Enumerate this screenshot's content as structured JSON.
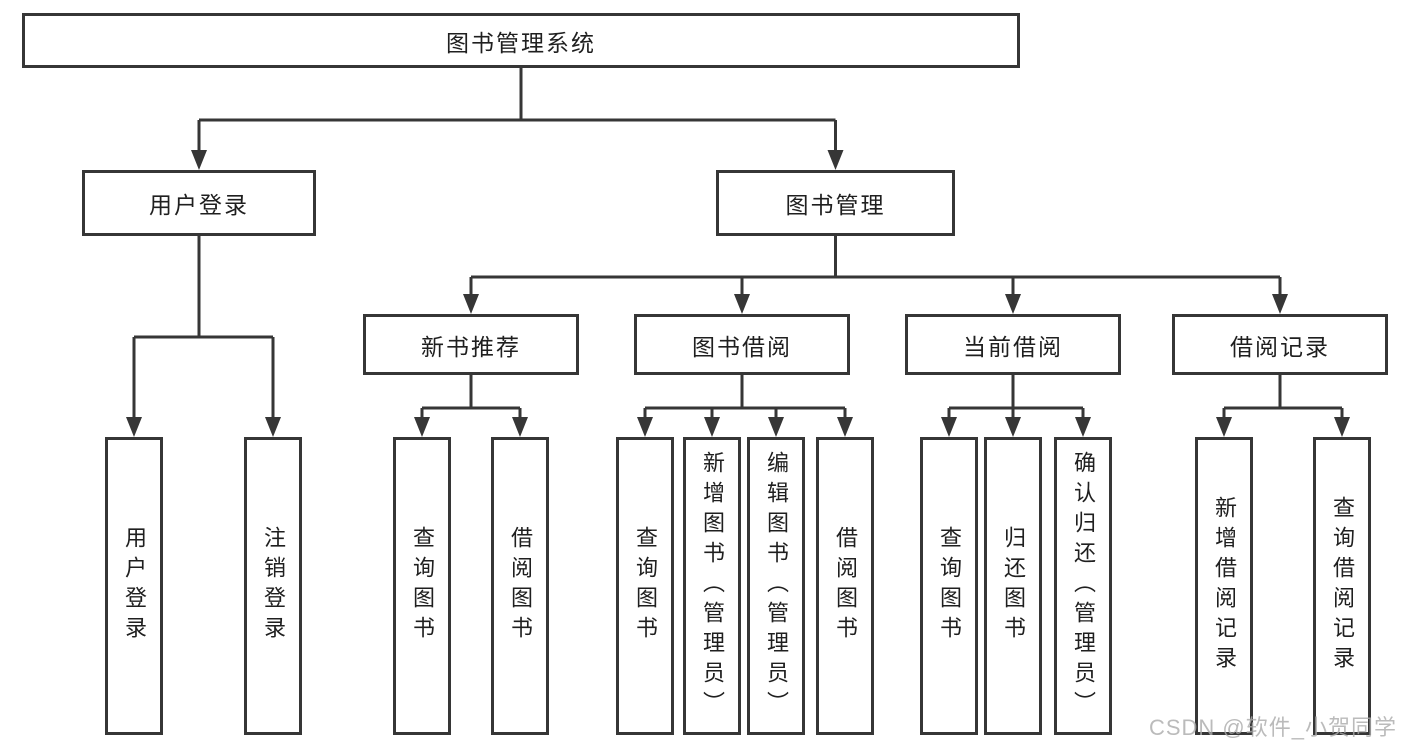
{
  "diagram": {
    "root": {
      "label": "图书管理系统"
    },
    "branches": {
      "user_login": {
        "label": "用户登录",
        "children": {
          "login": "用户登录",
          "logout": "注销登录"
        }
      },
      "book_management": {
        "label": "图书管理",
        "sections": {
          "new_book_recommend": {
            "label": "新书推荐",
            "children": {
              "query_book": "查询图书",
              "borrow_book": "借阅图书"
            }
          },
          "book_borrow": {
            "label": "图书借阅",
            "children": {
              "query_book": "查询图书",
              "add_book": "新增图书（管理员）",
              "edit_book": "编辑图书（管理员）",
              "borrow_book": "借阅图书"
            }
          },
          "current_borrow": {
            "label": "当前借阅",
            "children": {
              "query_book": "查询图书",
              "return_book": "归还图书",
              "confirm_return": "确认归还（管理员）"
            }
          },
          "borrow_records": {
            "label": "借阅记录",
            "children": {
              "add_record": "新增借阅记录",
              "query_record": "查询借阅记录"
            }
          }
        }
      }
    },
    "watermark": "CSDN @软件_小贺同学",
    "colors": {
      "line": "#363636",
      "text": "#1f1f1f",
      "watermark": "#ababab",
      "background": "#ffffff"
    }
  }
}
